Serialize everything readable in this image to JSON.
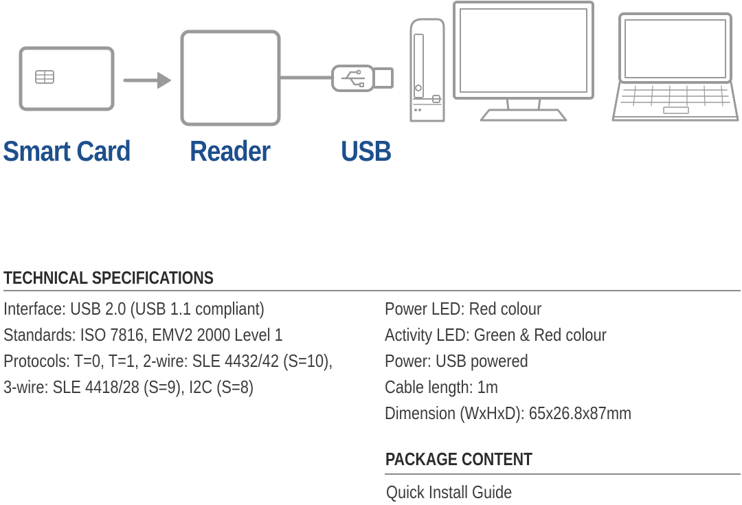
{
  "diagram": {
    "labels": {
      "smart_card": "Smart Card",
      "reader": "Reader",
      "usb": "USB"
    },
    "icons": [
      "smart-card-icon",
      "arrow-right-icon",
      "reader-icon",
      "usb-plug-icon",
      "desktop-tower-icon",
      "monitor-icon",
      "laptop-icon"
    ],
    "colors": {
      "label": "#1d4f8c",
      "line": "#9a9a9a"
    }
  },
  "technical": {
    "title": "TECHNICAL SPECIFICATIONS",
    "left": [
      "Interface: USB 2.0 (USB 1.1 compliant)",
      "Standards: ISO 7816, EMV2 2000 Level 1",
      "Protocols: T=0, T=1, 2-wire: SLE 4432/42 (S=10),",
      "3-wire: SLE 4418/28 (S=9), I2C (S=8)"
    ],
    "right": [
      "Power LED: Red colour",
      "Activity LED: Green & Red colour",
      "Power: USB powered",
      "Cable length: 1m",
      "Dimension (WxHxD): 65x26.8x87mm"
    ]
  },
  "package": {
    "title": "PACKAGE CONTENT",
    "items": [
      "Quick Install Guide"
    ]
  }
}
